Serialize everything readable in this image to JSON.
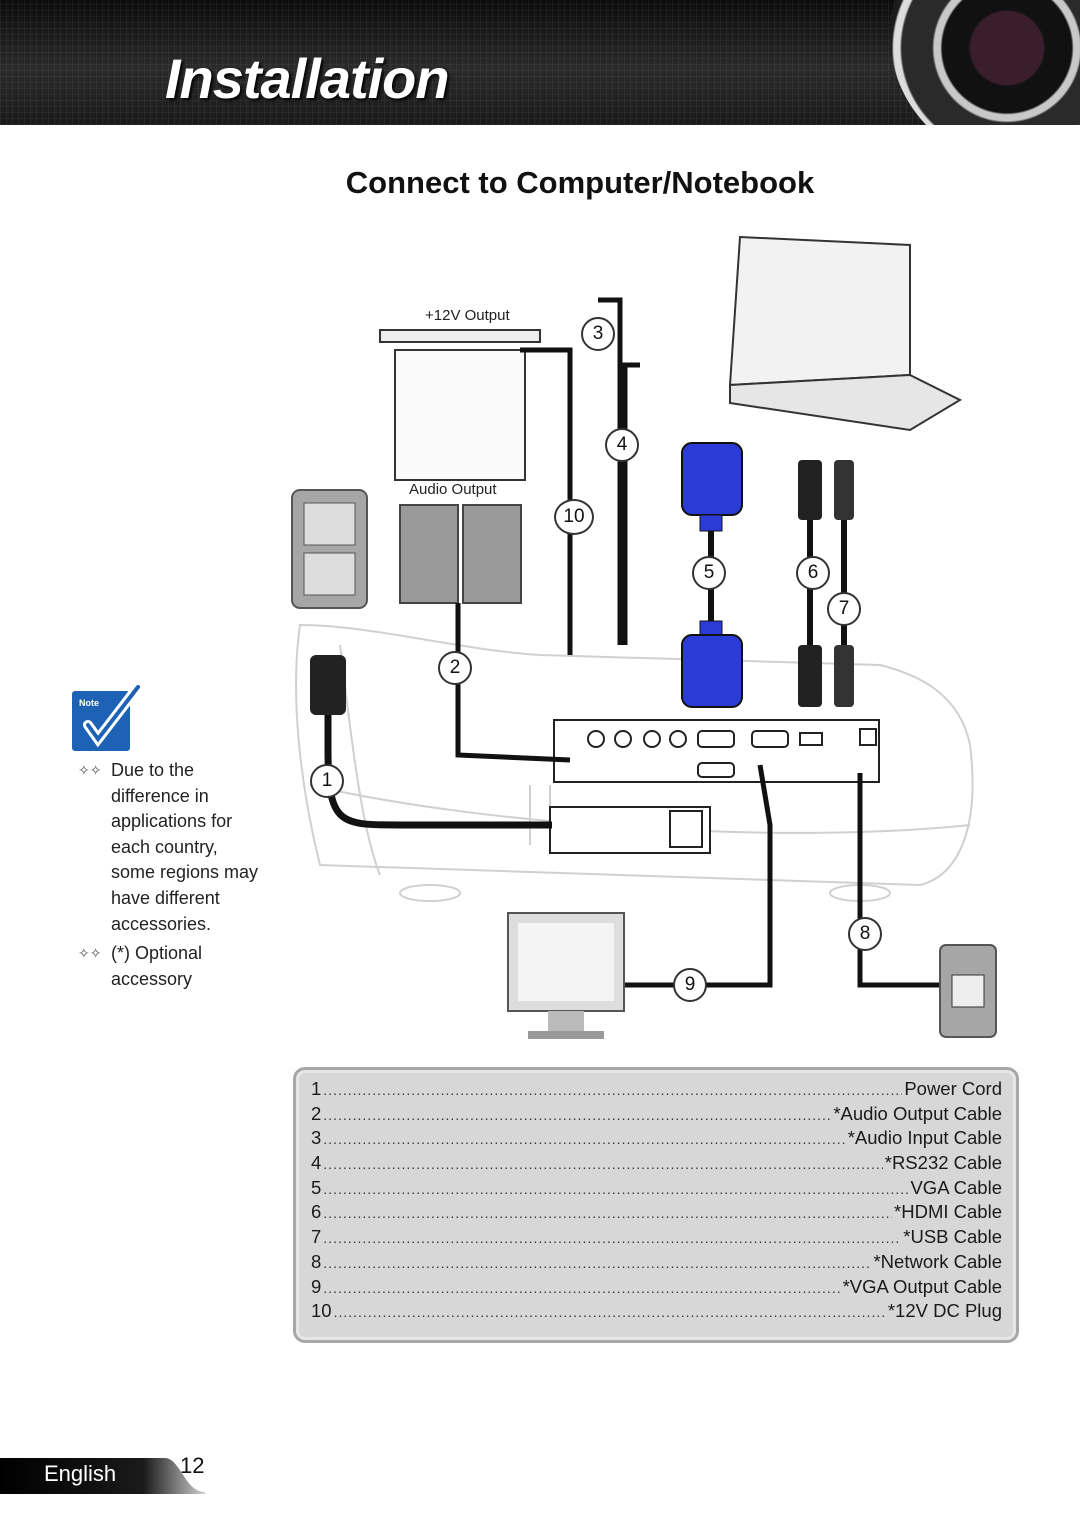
{
  "header": {
    "section_title": "Installation"
  },
  "page": {
    "title": "Connect to Computer/Notebook"
  },
  "diagram": {
    "labels": {
      "power_output": "+12V Output",
      "audio_output": "Audio Output"
    },
    "badges": [
      "1",
      "2",
      "3",
      "4",
      "5",
      "6",
      "7",
      "8",
      "9",
      "10"
    ]
  },
  "note": {
    "icon_text": "Note",
    "items": [
      "Due to the difference in applications for each country, some regions may have different accessories.",
      "(*) Optional accessory"
    ]
  },
  "legend": {
    "items": [
      {
        "num": "1",
        "label": "Power Cord"
      },
      {
        "num": "2",
        "label": "*Audio Output Cable"
      },
      {
        "num": "3",
        "label": "*Audio Input Cable"
      },
      {
        "num": "4",
        "label": "*RS232 Cable"
      },
      {
        "num": "5",
        "label": "VGA Cable"
      },
      {
        "num": "6",
        "label": "*HDMI Cable"
      },
      {
        "num": "7",
        "label": "*USB Cable"
      },
      {
        "num": "8",
        "label": "*Network Cable"
      },
      {
        "num": "9",
        "label": "*VGA Output Cable"
      },
      {
        "num": "10",
        "label": "*12V DC Plug"
      }
    ]
  },
  "footer": {
    "language": "English",
    "page_number": "12"
  },
  "colors": {
    "vga_blue": "#2a3bd6",
    "header_bg": "#1a1a1a",
    "legend_bg": "#d7d7d7"
  }
}
